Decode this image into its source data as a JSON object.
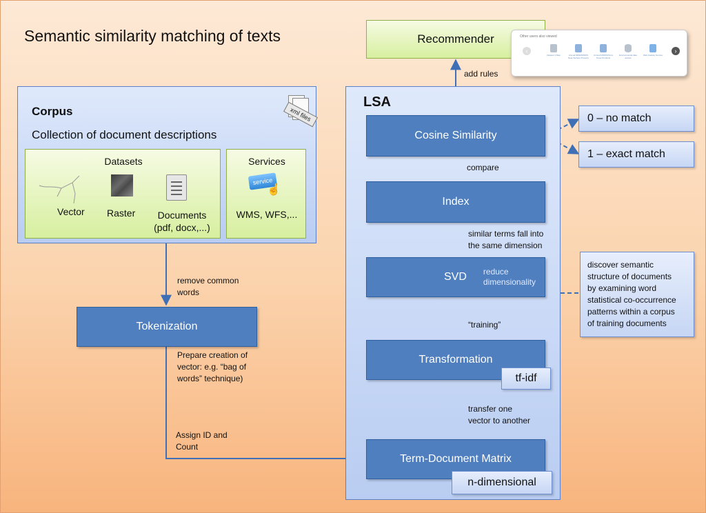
{
  "title": "Semantic similarity matching of texts",
  "recommender": {
    "label": "Recommender"
  },
  "thumbnail": {
    "header": "Other users also viewed",
    "items": [
      "Dataset 1 Map",
      "Annual MISR/MODIS Near-Surface Property",
      "Annual MODIS/Terra Snow Products",
      "Environmental data access",
      "Web Feature Service"
    ]
  },
  "corpus": {
    "heading": "Corpus",
    "subtitle": "Collection of document descriptions",
    "xml_tag": "xml files",
    "datasets": {
      "heading": "Datasets",
      "vector": "Vector",
      "raster": "Raster",
      "documents_line1": "Documents",
      "documents_line2": "(pdf, docx,...)"
    },
    "services": {
      "heading": "Services",
      "badge": "service",
      "caption": "WMS, WFS,..."
    }
  },
  "lsa": {
    "heading": "LSA",
    "cosine": "Cosine Similarity",
    "index": "Index",
    "svd": "SVD",
    "svd_note_line1": "reduce",
    "svd_note_line2": "dimensionality",
    "transformation": "Transformation",
    "tfidf": "tf-idf",
    "tdm": "Term-Document Matrix",
    "ndim": "n-dimensional"
  },
  "tokenization": "Tokenization",
  "outcomes": {
    "no_match": "0 – no match",
    "exact_match": "1 – exact match"
  },
  "edge_labels": {
    "add_rules": "add rules",
    "compare": "compare",
    "similar_line1": "similar terms fall into",
    "similar_line2": "the same dimension",
    "training": "“training”",
    "transfer_line1": "transfer one",
    "transfer_line2": "vector to another",
    "remove_line1": "remove common",
    "remove_line2": "words",
    "prepare_line1": "Prepare creation of",
    "prepare_line2": "vector: e.g. “bag of",
    "prepare_line3": "words” technique)",
    "assign_line1": "Assign ID and",
    "assign_line2": "Count"
  },
  "lsa_note": [
    "discover semantic",
    "structure of documents",
    "by examining word",
    "statistical co-occurrence",
    "patterns within a corpus",
    "of training documents"
  ],
  "colors": {
    "dark_box": "#4f7fbf",
    "line": "#3f6fb5",
    "green": "#d7ef9f"
  }
}
